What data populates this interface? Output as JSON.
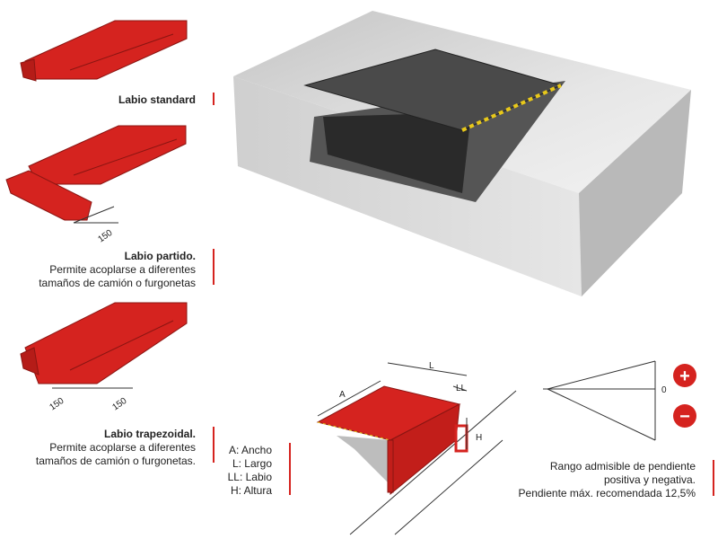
{
  "lips": [
    {
      "title": "Labio standard",
      "lines": []
    },
    {
      "title": "Labio partido.",
      "lines": [
        "Permite acoplarse a diferentes",
        "tamaños de camión o furgonetas"
      ],
      "dimension": "150"
    },
    {
      "title": "Labio trapezoidal.",
      "lines": [
        "Permite acoplarse a diferentes",
        "tamaños de camión o furgonetas."
      ],
      "dimensions": [
        "150",
        "150"
      ]
    }
  ],
  "legend": [
    "A: Ancho",
    "L: Largo",
    "LL: Labio",
    "H: Altura"
  ],
  "leveler_labels": {
    "a": "A",
    "l": "L",
    "ll": "LL",
    "h": "H"
  },
  "slope": {
    "zero": "0",
    "plus": "+",
    "minus": "−",
    "lines": [
      "Rango admisible de pendiente",
      "positiva y negativa.",
      "Pendiente máx. recomendada 12,5%"
    ]
  },
  "colors": {
    "accent": "#d5231f",
    "concrete": "#d8d8d8",
    "steel": "#3a3a3a"
  }
}
